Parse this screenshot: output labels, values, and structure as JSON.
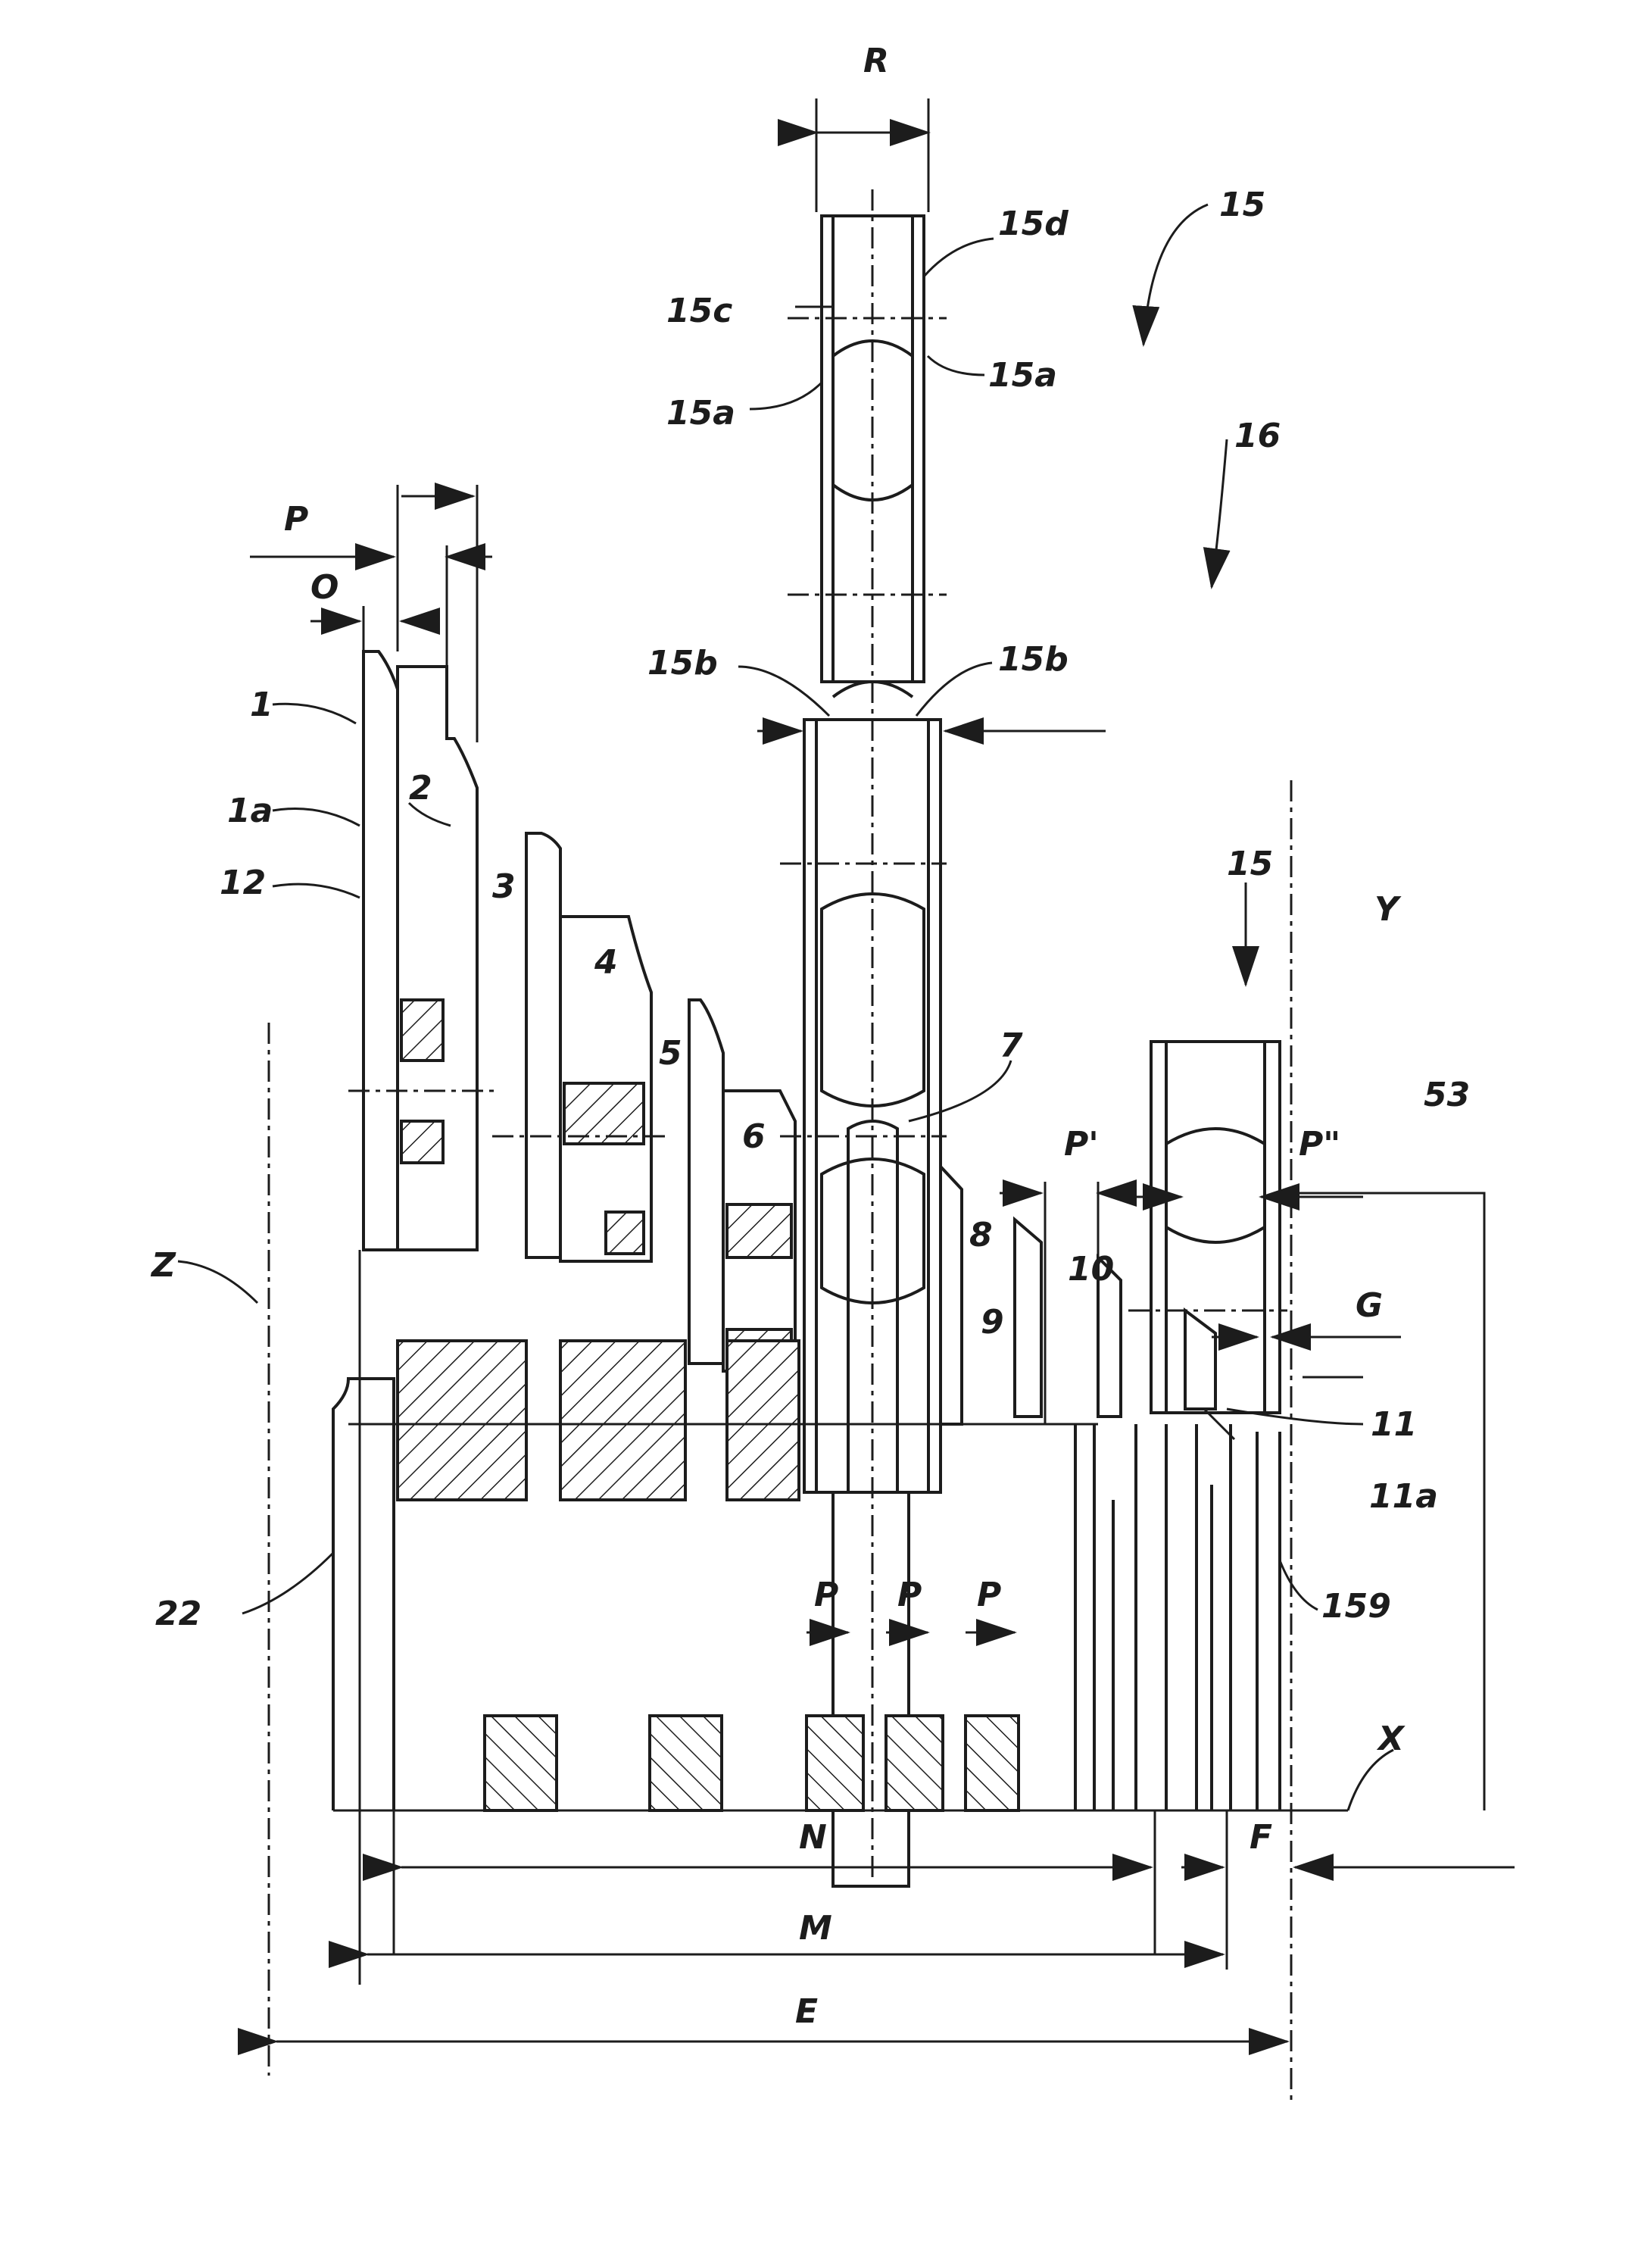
{
  "labels": {
    "R": "R",
    "15d": "15d",
    "15_top": "15",
    "15c": "15c",
    "15a_right": "15a",
    "15a_left": "15a",
    "16": "16",
    "P_top": "P",
    "O": "O",
    "15b_left": "15b",
    "15b_right": "15b",
    "1": "1",
    "1a": "1a",
    "2": "2",
    "12": "12",
    "3": "3",
    "15_right": "15",
    "Y": "Y",
    "4": "4",
    "5": "5",
    "7": "7",
    "P_prime": "P'",
    "P_double_prime": "P\"",
    "53": "53",
    "6": "6",
    "8": "8",
    "10": "10",
    "Z": "Z",
    "G": "G",
    "9": "9",
    "11": "11",
    "11a": "11a",
    "22": "22",
    "159": "159",
    "P1": "P",
    "P2": "P",
    "P3": "P",
    "X": "X",
    "N": "N",
    "F": "F",
    "M": "M",
    "E": "E"
  }
}
